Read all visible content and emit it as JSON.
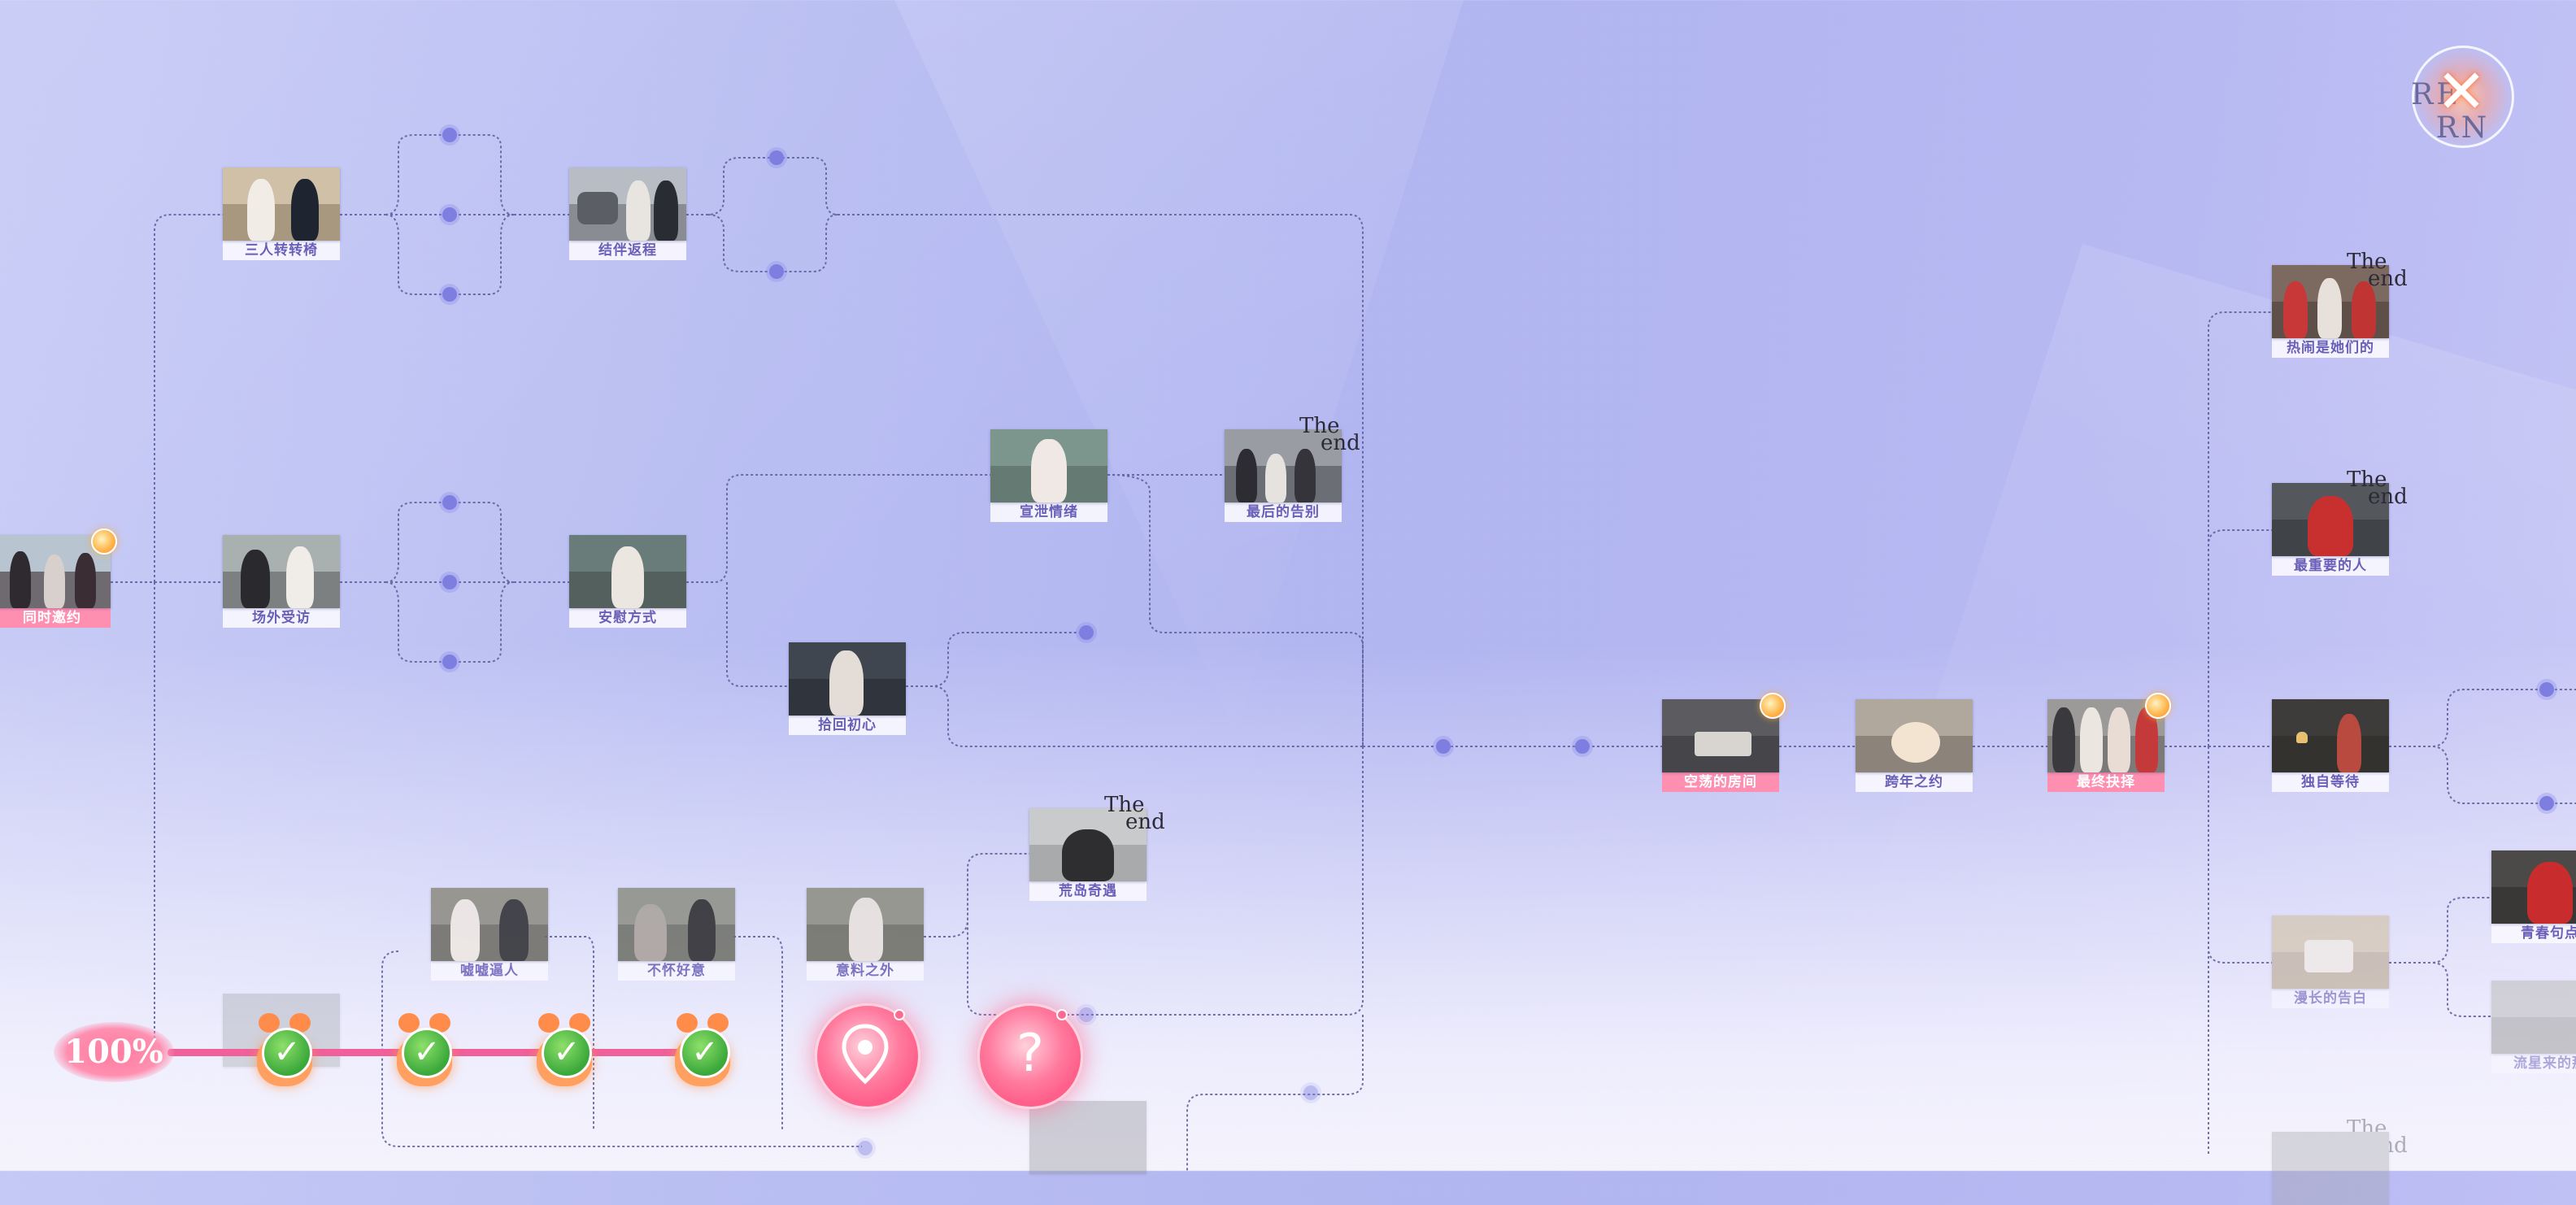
{
  "logo": {
    "left": "RE",
    "right": "RN",
    "x": "✕"
  },
  "progress": {
    "label": "100%",
    "value": 100,
    "milestones_completed": 4
  },
  "buttons": {
    "locate_icon": "map-pin",
    "unknown_icon": "question-mark"
  },
  "colors": {
    "accent": "#ff7b9e",
    "track": "#f0609a",
    "node_dot": "#7e7ee0",
    "caption": "#6a5fb8"
  },
  "end_marker": {
    "line1": "The",
    "line2": "end"
  },
  "nodes": {
    "n1": {
      "label": "同时邀约"
    },
    "n2": {
      "label": "三人转转椅"
    },
    "n3": {
      "label": "结伴返程"
    },
    "n4": {
      "label": "场外受访"
    },
    "n5": {
      "label": "安慰方式"
    },
    "n6": {
      "label": "宣泄情绪"
    },
    "n7": {
      "label": "最后的告别"
    },
    "n8": {
      "label": "拾回初心"
    },
    "n9": {
      "label": "荒岛奇遇"
    },
    "n10": {
      "label": "嘘嘘逼人"
    },
    "n11": {
      "label": "不怀好意"
    },
    "n12": {
      "label": "意料之外"
    },
    "n13": {
      "label": "空荡的房间"
    },
    "n14": {
      "label": "跨年之约"
    },
    "n15": {
      "label": "最终抉择"
    },
    "n16": {
      "label": "热闹是她们的"
    },
    "n17": {
      "label": "最重要的人"
    },
    "n18": {
      "label": "独自等待"
    },
    "n19": {
      "label": "漫长的告白"
    },
    "n20": {
      "label": "青春句点"
    },
    "n21": {
      "label": "流星来的那"
    }
  }
}
